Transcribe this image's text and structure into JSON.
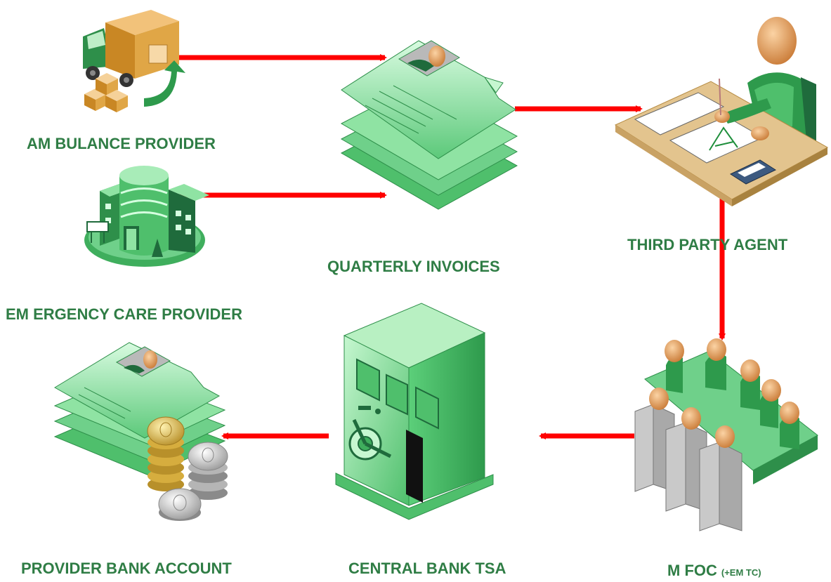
{
  "colors": {
    "label": "#2f7d45",
    "arrow": "#ff0000",
    "green_dark": "#1f6b3c",
    "green_mid": "#3fae5d",
    "green_light": "#b8f0c2",
    "face": "#e8a05a",
    "box": "#d9972f"
  },
  "nodes": {
    "ambulance": {
      "label": "AM BULANCE PROVIDER",
      "icon": "delivery-truck-icon"
    },
    "emergency": {
      "label": "EM ERGENCY CARE PROVIDER",
      "icon": "hospital-building-icon"
    },
    "invoices": {
      "label": "QUARTERLY INVOICES",
      "icon": "invoice-documents-icon"
    },
    "agent": {
      "label": "THIRD PARTY AGENT",
      "icon": "person-at-desk-icon"
    },
    "mfoc": {
      "label": "M FOC",
      "sublabel": "(+EM TC)",
      "icon": "committee-meeting-icon"
    },
    "tsa": {
      "label": "CENTRAL BANK TSA",
      "icon": "bank-vault-icon"
    },
    "bank": {
      "label": "PROVIDER BANK ACCOUNT",
      "icon": "documents-and-coins-icon"
    }
  }
}
